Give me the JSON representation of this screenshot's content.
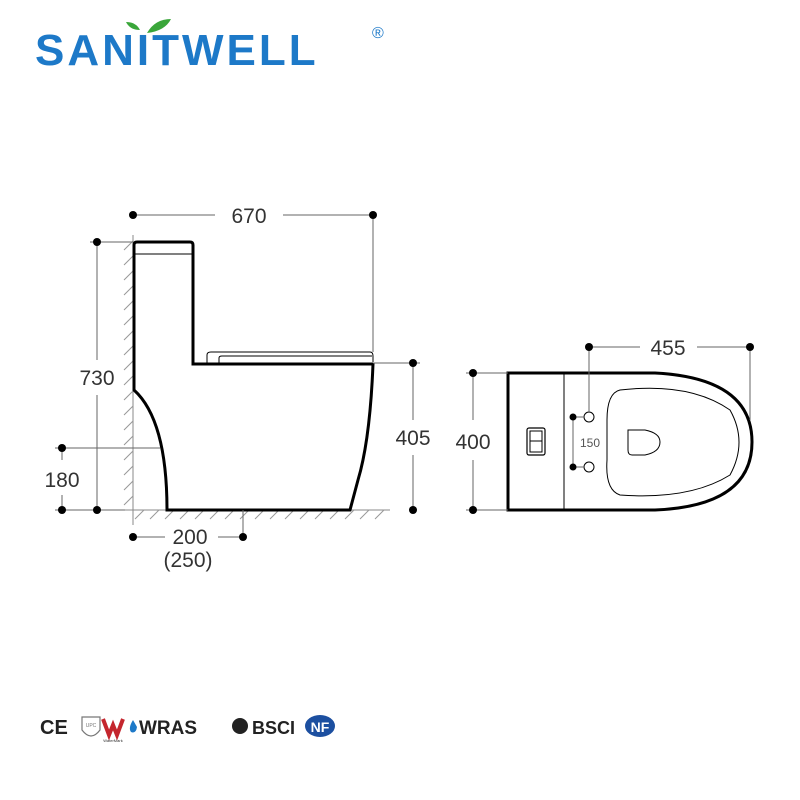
{
  "brand": {
    "name": "SANITWELL",
    "registered": "®",
    "color": "#1d79c8",
    "leaf_color": "#3aa63a"
  },
  "side_view": {
    "overall_length": "670",
    "overall_height": "730",
    "seat_height": "405",
    "outlet_height": "180",
    "rough_in": "200",
    "rough_in_alt": "(250)"
  },
  "top_view": {
    "bowl_length": "455",
    "width": "400",
    "seat_hole_spacing": "150"
  },
  "certifications": [
    "CE",
    "UPC",
    "WaterMark",
    "WRAS",
    "BSCI",
    "NF"
  ]
}
